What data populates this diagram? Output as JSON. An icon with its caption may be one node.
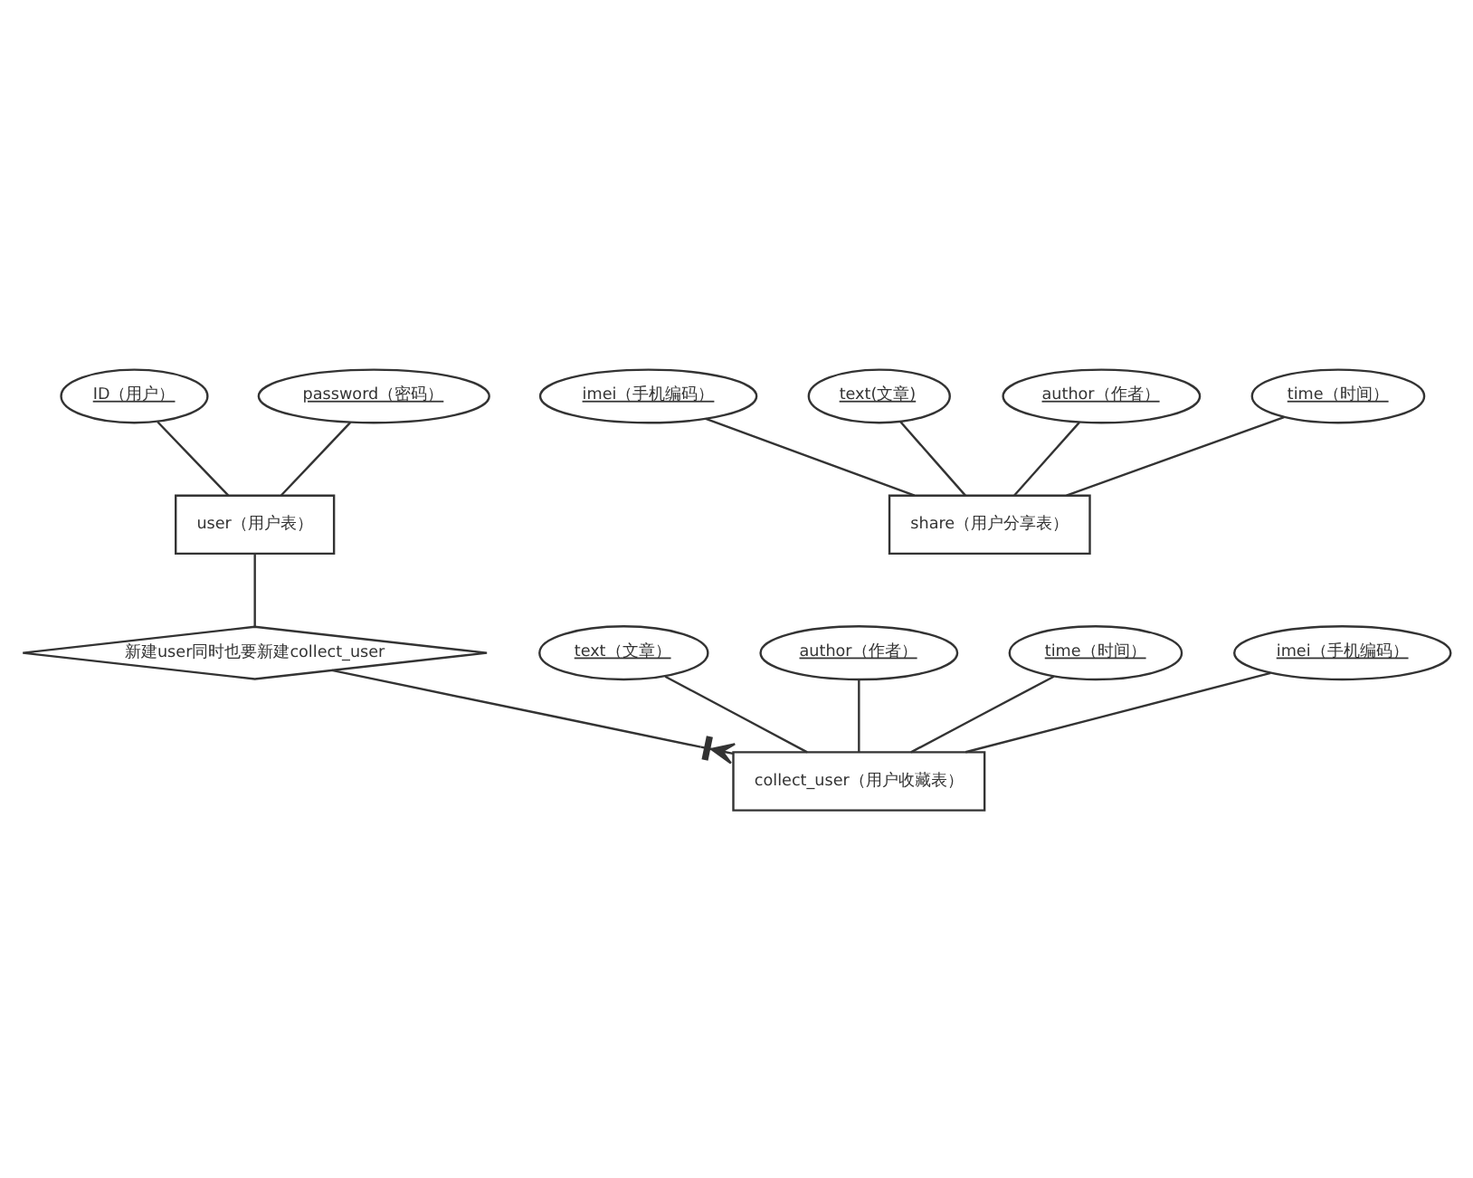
{
  "diagram": {
    "nodes": [
      {
        "text": [
          "ID（用户）"
        ]
      },
      {
        "text": [
          "password（密码）"
        ]
      },
      {
        "text": [
          "text（文章）"
        ]
      },
      {
        "text": [
          "author（作者）"
        ]
      },
      {
        "text": [
          "user（用户表）"
        ]
      },
      {
        "text": [
          "time（时间）"
        ]
      },
      {
        "text": [
          "新建user同时也要新建collect_user"
        ]
      },
      {
        "text": [
          "collect_user（用户收藏表）"
        ]
      },
      {
        "text": [
          "imei（手机编码）"
        ]
      },
      {
        "text": [
          "imei（手机编码）"
        ]
      },
      {
        "text": [
          "text(文章)"
        ]
      },
      {
        "text": [
          "share（用户分享表）"
        ]
      },
      {
        "text": [
          "author（作者）"
        ]
      },
      {
        "text": [
          "time（时间）"
        ]
      }
    ],
    "edges": [
      {
        "from": 0,
        "to": 4,
        "arrow": "none"
      },
      {
        "from": 1,
        "to": 4,
        "arrow": "none"
      },
      {
        "from": 4,
        "to": 6,
        "arrow": "none"
      },
      {
        "from": 6,
        "to": 7,
        "arrow": "other"
      },
      {
        "from": 2,
        "to": 7,
        "arrow": "none"
      },
      {
        "from": 3,
        "to": 7,
        "arrow": "none"
      },
      {
        "from": 5,
        "to": 7,
        "arrow": "none"
      },
      {
        "from": 8,
        "to": 7,
        "arrow": "none"
      },
      {
        "from": 9,
        "to": 11,
        "arrow": "none"
      },
      {
        "from": 10,
        "to": 11,
        "arrow": "none"
      },
      {
        "from": 12,
        "to": 11,
        "arrow": "none"
      },
      {
        "from": 13,
        "to": 11,
        "arrow": "none"
      }
    ]
  }
}
